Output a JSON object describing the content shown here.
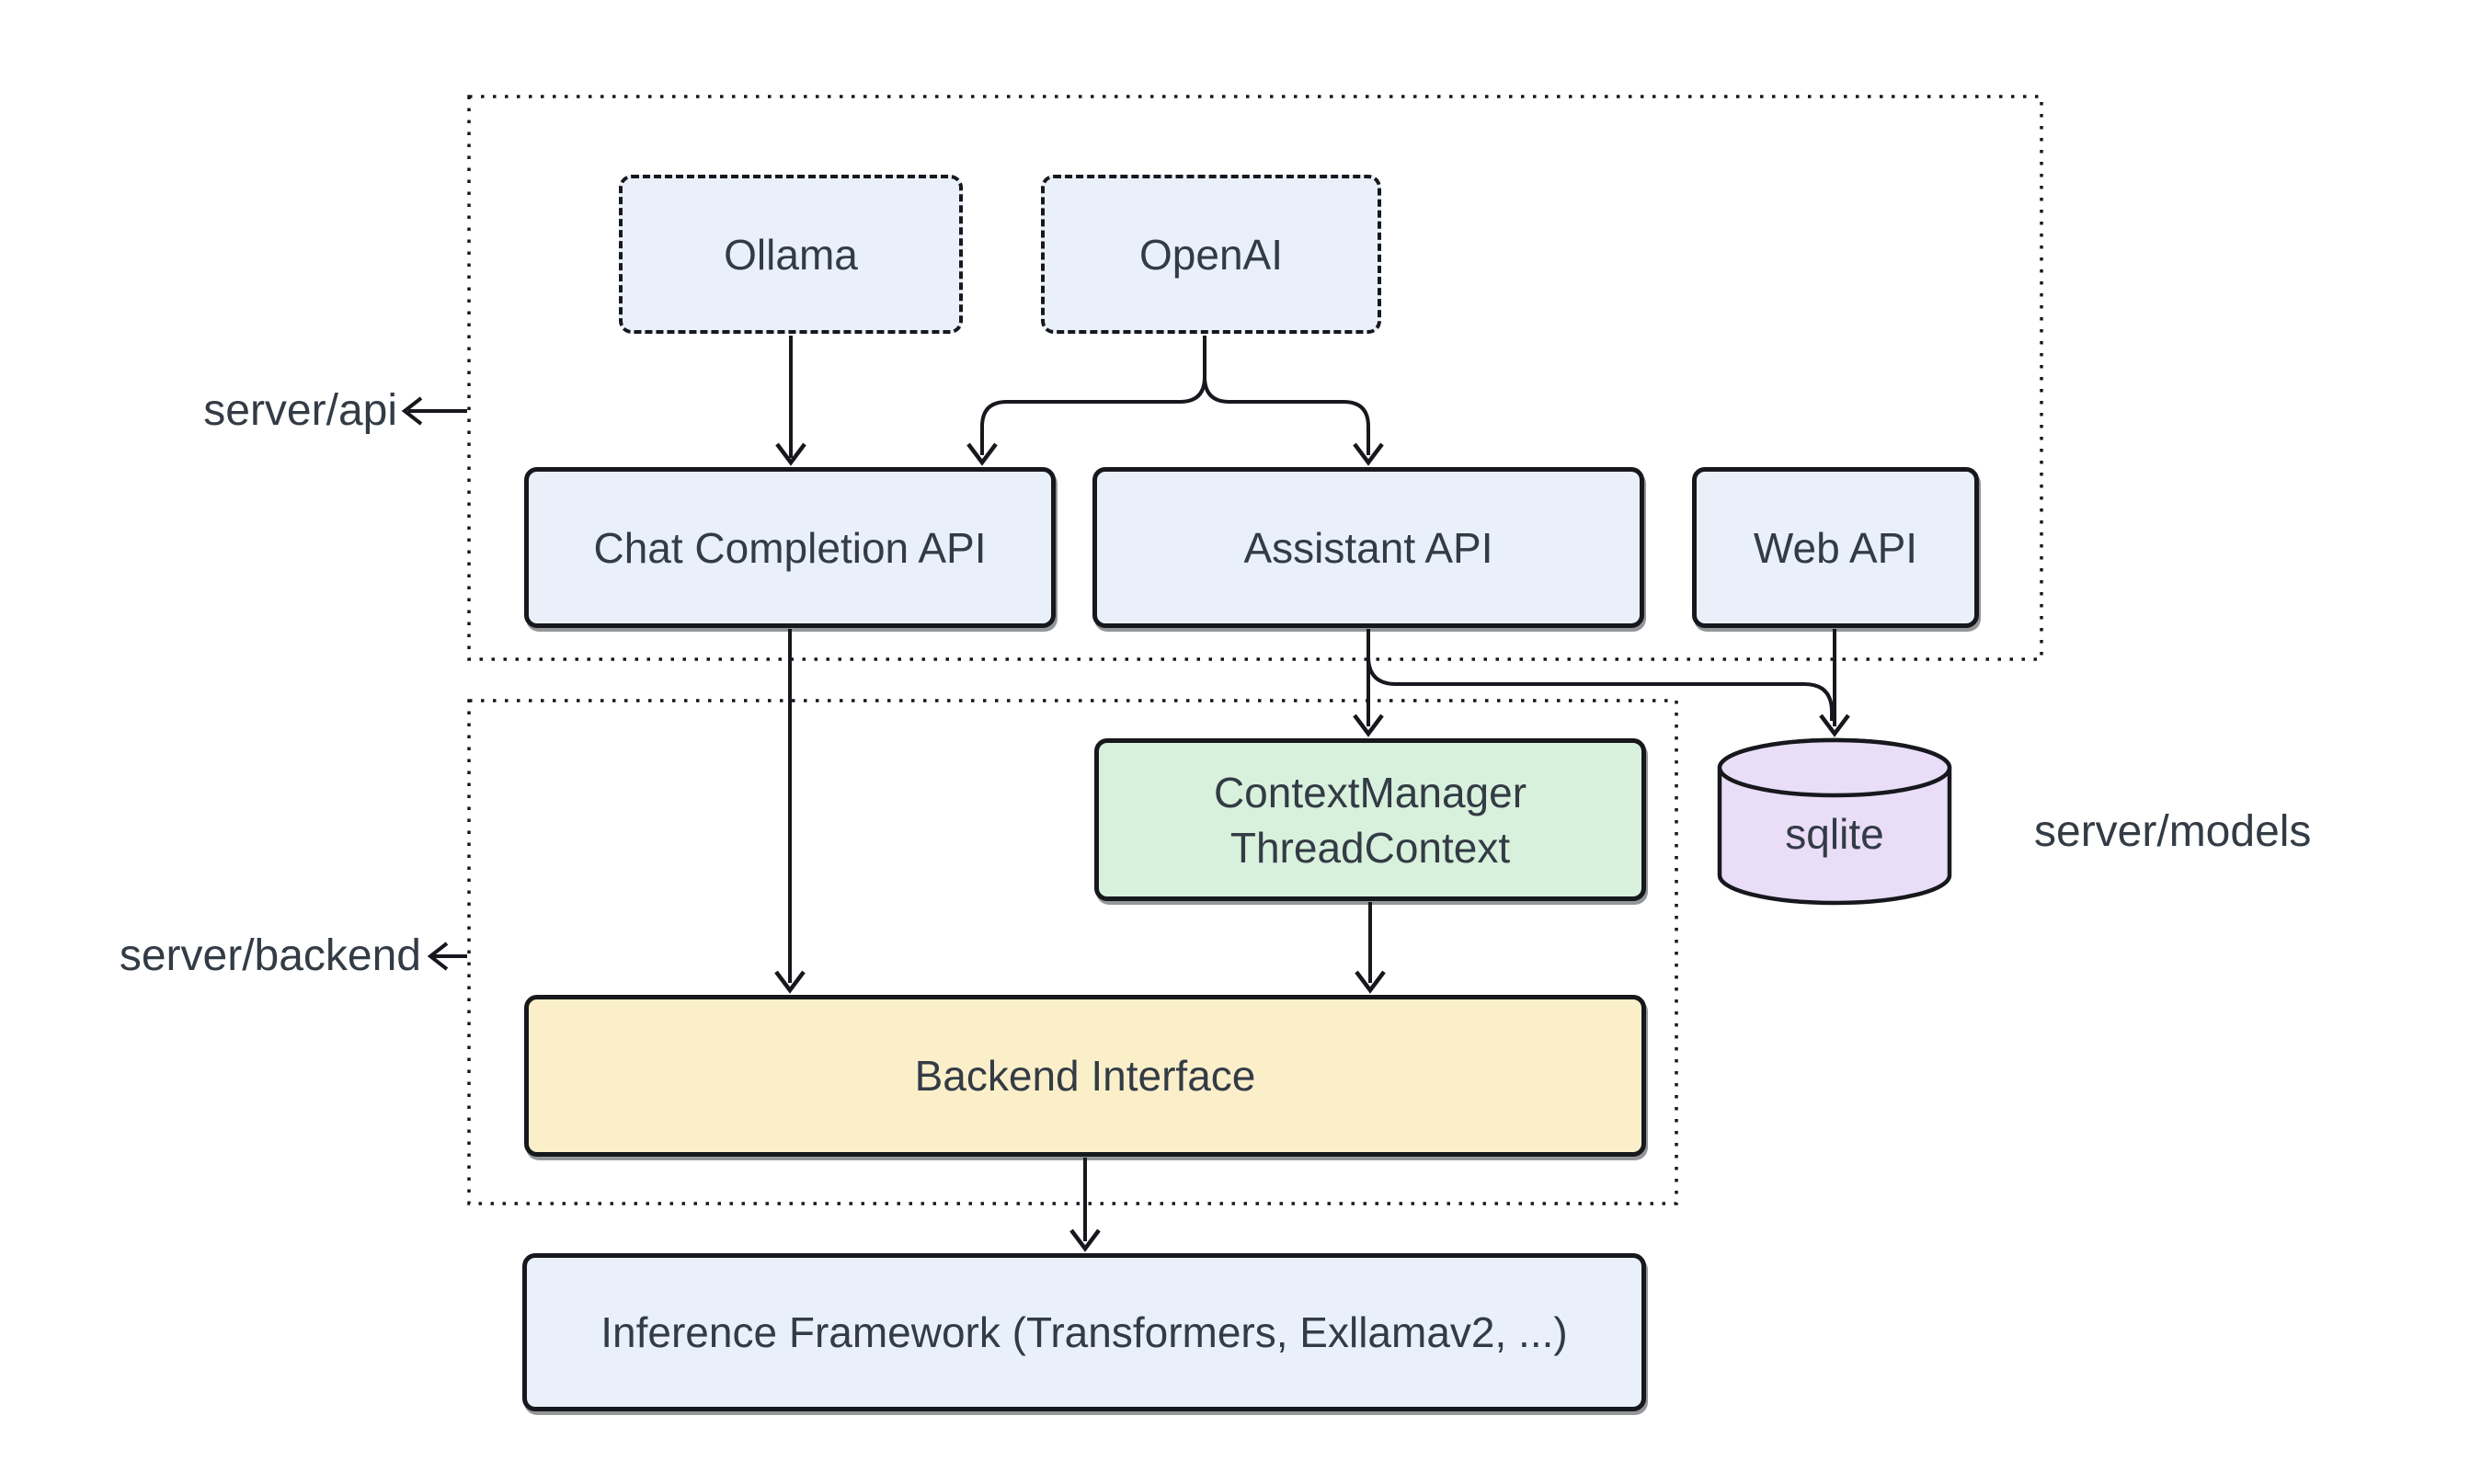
{
  "diagram_type": "architecture-flowchart",
  "colors": {
    "node_blue": "#EAF0FA",
    "node_green": "#D8F1DC",
    "node_yellow": "#FBEFCA",
    "node_purple": "#E9DDF7",
    "line": "#16181D",
    "text": "#333B45",
    "background": "#FFFFFF"
  },
  "groups": {
    "api": {
      "label": "server/api"
    },
    "backend": {
      "label": "server/backend"
    },
    "models": {
      "label": "server/models"
    }
  },
  "nodes": {
    "ollama": {
      "label": "Ollama",
      "shape": "dashed-rect",
      "color": "blue"
    },
    "openai": {
      "label": "OpenAI",
      "shape": "dashed-rect",
      "color": "blue"
    },
    "chat_completion_api": {
      "label": "Chat Completion API",
      "shape": "rect",
      "color": "blue"
    },
    "assistant_api": {
      "label": "Assistant API",
      "shape": "rect",
      "color": "blue"
    },
    "web_api": {
      "label": "Web API",
      "shape": "rect",
      "color": "blue"
    },
    "context_manager": {
      "line1": "ContextManager",
      "line2": "ThreadContext",
      "shape": "rect",
      "color": "green"
    },
    "sqlite": {
      "label": "sqlite",
      "shape": "cylinder",
      "color": "purple"
    },
    "backend_interface": {
      "label": "Backend Interface",
      "shape": "rect",
      "color": "yellow"
    },
    "inference_framework": {
      "label": "Inference Framework (Transformers, Exllamav2, ...)",
      "shape": "rect",
      "color": "blue"
    }
  },
  "edges": [
    {
      "from": "ollama",
      "to": "chat_completion_api"
    },
    {
      "from": "openai",
      "to": "chat_completion_api"
    },
    {
      "from": "openai",
      "to": "assistant_api"
    },
    {
      "from": "assistant_api",
      "to": "context_manager"
    },
    {
      "from": "assistant_api",
      "to": "sqlite"
    },
    {
      "from": "web_api",
      "to": "sqlite"
    },
    {
      "from": "chat_completion_api",
      "to": "backend_interface"
    },
    {
      "from": "context_manager",
      "to": "backend_interface"
    },
    {
      "from": "backend_interface",
      "to": "inference_framework"
    }
  ]
}
